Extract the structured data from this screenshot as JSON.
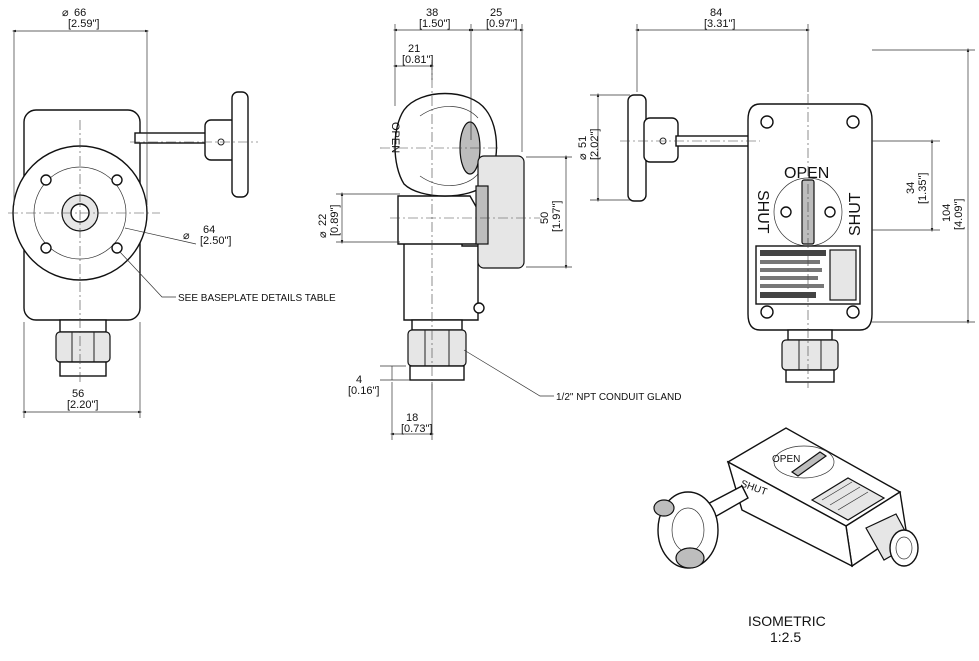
{
  "dimensions": {
    "front_width": {
      "metric": "66",
      "imperial": "[2.59\"]"
    },
    "front_bolt_circle": {
      "metric": "64",
      "imperial": "[2.50\"]"
    },
    "front_body_width": {
      "metric": "56",
      "imperial": "[2.20\"]"
    },
    "side_top_width": {
      "metric": "38",
      "imperial": "[1.50\"]"
    },
    "side_handle_depth": {
      "metric": "25",
      "imperial": "[0.97\"]"
    },
    "side_offset": {
      "metric": "21",
      "imperial": "[0.81\"]"
    },
    "side_shaft_dia": {
      "metric": "22",
      "imperial": "[0.89\"]"
    },
    "side_height": {
      "metric": "50",
      "imperial": "[1.97\"]"
    },
    "side_gland_offset": {
      "metric": "4",
      "imperial": "[0.16\"]"
    },
    "side_gland_width": {
      "metric": "18",
      "imperial": "[0.73\"]"
    },
    "rear_width": {
      "metric": "84",
      "imperial": "[3.31\"]"
    },
    "rear_handle_dia": {
      "metric": "51",
      "imperial": "[2.02\"]"
    },
    "rear_inner_height": {
      "metric": "34",
      "imperial": "[1.35\"]"
    },
    "rear_total_height": {
      "metric": "104",
      "imperial": "[4.09\"]"
    }
  },
  "symbols": {
    "diameter": "⌀"
  },
  "notes": {
    "baseplate": "SEE BASEPLATE DETAILS TABLE",
    "gland": "1/2\" NPT CONDUIT GLAND"
  },
  "markings": {
    "open": "OPEN",
    "shut": "SHUT"
  },
  "isometric": {
    "title": "ISOMETRIC",
    "scale": "1:2.5"
  }
}
